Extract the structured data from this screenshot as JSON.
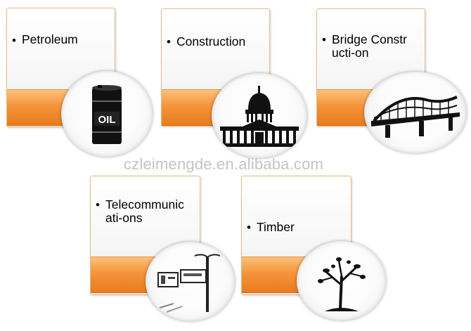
{
  "watermark": "czleimengde.en.alibaba.com",
  "bullet": "•",
  "cards": [
    {
      "label": "Petroleum",
      "icon": "oil-barrel-icon"
    },
    {
      "label": "Construction",
      "icon": "capitol-building-icon"
    },
    {
      "label": "Bridge Constr\nucti-on",
      "icon": "bridge-icon"
    },
    {
      "label": "Telecommunic\nati-ons",
      "icon": "street-lamp-signs-icon"
    },
    {
      "label": "Timber",
      "icon": "tree-icon"
    }
  ],
  "oil_label": "OIL",
  "colors": {
    "accent_orange": "#f4943a",
    "icon": "#111111"
  }
}
